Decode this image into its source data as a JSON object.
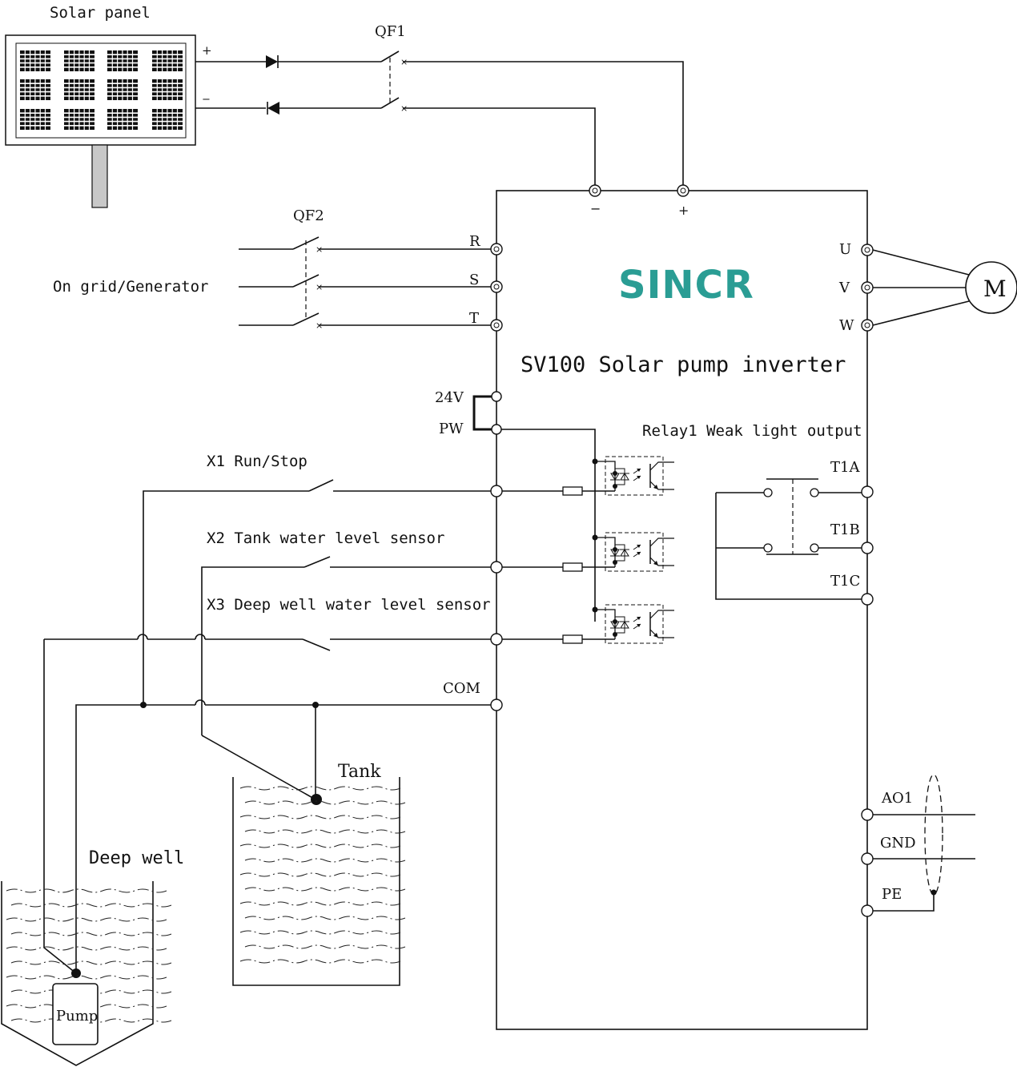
{
  "labels": {
    "solar_panel": "Solar panel",
    "plus": "+",
    "minus": "−",
    "qf1": "QF1",
    "qf2": "QF2",
    "grid": "On grid/Generator",
    "brand": "SINCR",
    "inverter": "SV100 Solar pump inverter",
    "dc_minus": "−",
    "dc_plus": "+",
    "r": "R",
    "s": "S",
    "t": "T",
    "u": "U",
    "v": "V",
    "w": "W",
    "motor": "M",
    "v24": "24V",
    "pw": "PW",
    "relay": "Relay1 Weak light output",
    "t1a": "T1A",
    "t1b": "T1B",
    "t1c": "T1C",
    "x1": "X1 Run/Stop",
    "x2": "X2 Tank water level sensor",
    "x3": "X3 Deep well water level sensor",
    "com": "COM",
    "tank": "Tank",
    "deep_well": "Deep well",
    "pump": "Pump",
    "ao1": "AO1",
    "gnd": "GND",
    "pe": "PE"
  },
  "colors": {
    "brand": "#2a9d94",
    "line": "#111111"
  }
}
